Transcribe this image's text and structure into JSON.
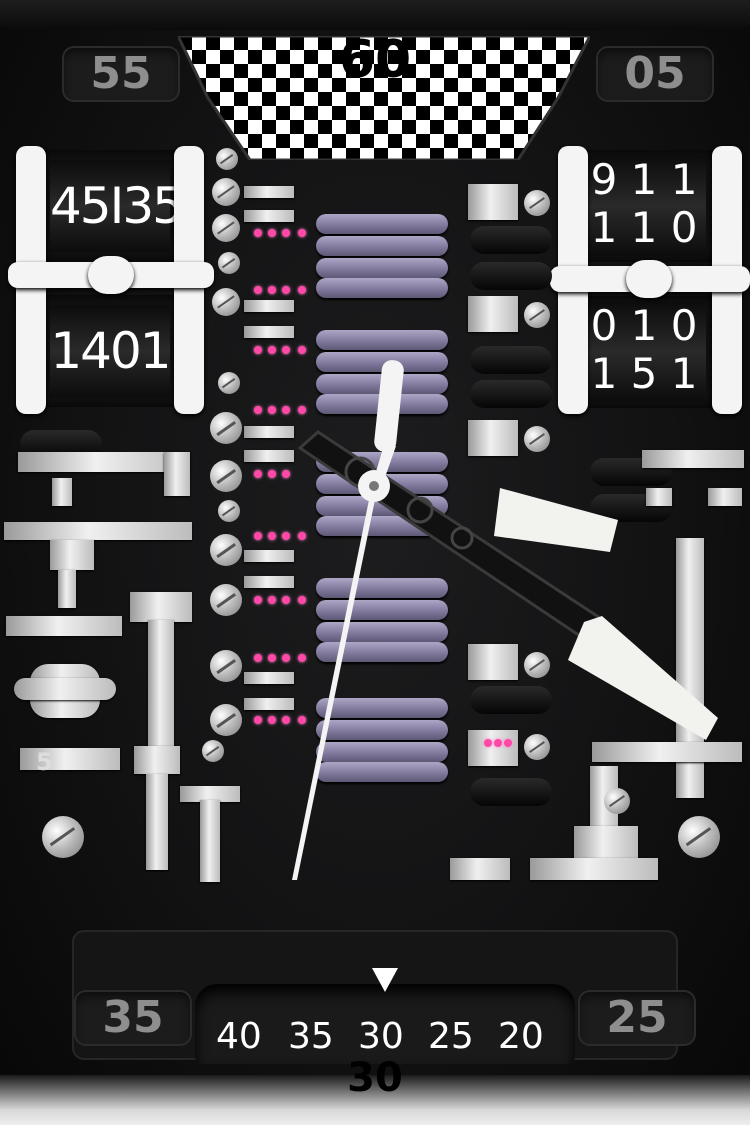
{
  "minute_markers": {
    "top_left": "55",
    "top_center": "60",
    "top_right": "05",
    "bottom_left": "35",
    "bottom_right": "25"
  },
  "bottom_scale": {
    "values": [
      "40",
      "35",
      "30",
      "25",
      "20"
    ],
    "below_label": "30",
    "pointer_icon": "triangle-down-icon"
  },
  "left_counter": {
    "top_drum": "45I35",
    "bottom_drum": "1401"
  },
  "right_counter": {
    "top_line1": "9 1 1",
    "top_line2": "1 1 0",
    "bottom_line1": "0 1 0",
    "bottom_line2": "1 5 1"
  },
  "side_glyph": "5",
  "colors": {
    "dial": "#121213",
    "hands": "#ffffff",
    "coil": "#9b95b6",
    "jewels": "#ff48a8",
    "steel": "#d9d9d9"
  }
}
